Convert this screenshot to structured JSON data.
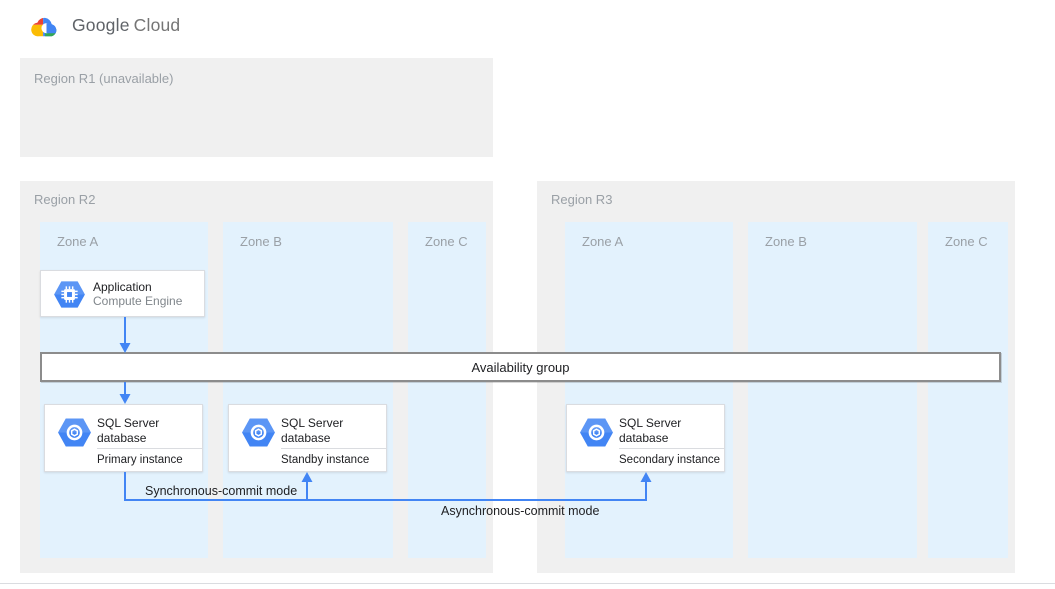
{
  "header": {
    "logo": {
      "google": "Google",
      "cloud": "Cloud"
    }
  },
  "regions": [
    {
      "label": "Region R1 (unavailable)",
      "zones": []
    },
    {
      "label": "Region R2",
      "zones": [
        {
          "label": "Zone A"
        },
        {
          "label": "Zone B"
        },
        {
          "label": "Zone C"
        }
      ]
    },
    {
      "label": "Region R3",
      "zones": [
        {
          "label": "Zone A"
        },
        {
          "label": "Zone B"
        },
        {
          "label": "Zone C"
        }
      ]
    }
  ],
  "nodes": {
    "application": {
      "title": "Application",
      "subtitle": "Compute Engine",
      "icon": "compute-engine-icon"
    },
    "availability_group": {
      "label": "Availability group"
    },
    "sql_primary": {
      "title": "SQL Server database",
      "instance": "Primary instance",
      "icon": "sql-server-icon"
    },
    "sql_standby": {
      "title": "SQL Server database",
      "instance": "Standby instance",
      "icon": "sql-server-icon"
    },
    "sql_secondary": {
      "title": "SQL Server database",
      "instance": "Secondary instance",
      "icon": "sql-server-icon"
    }
  },
  "connections": {
    "sync_label": "Synchronous-commit mode",
    "async_label": "Asynchronous-commit mode"
  },
  "colors": {
    "arrow_blue": "#4285f4",
    "icon_blue": "#4285f4",
    "zone_fill": "#e3f2fd",
    "region_fill": "#f0f0f0",
    "label_gray": "#9aa0a6",
    "logo_red": "#ea4335",
    "logo_yellow": "#fbbc04",
    "logo_green": "#34a853"
  }
}
